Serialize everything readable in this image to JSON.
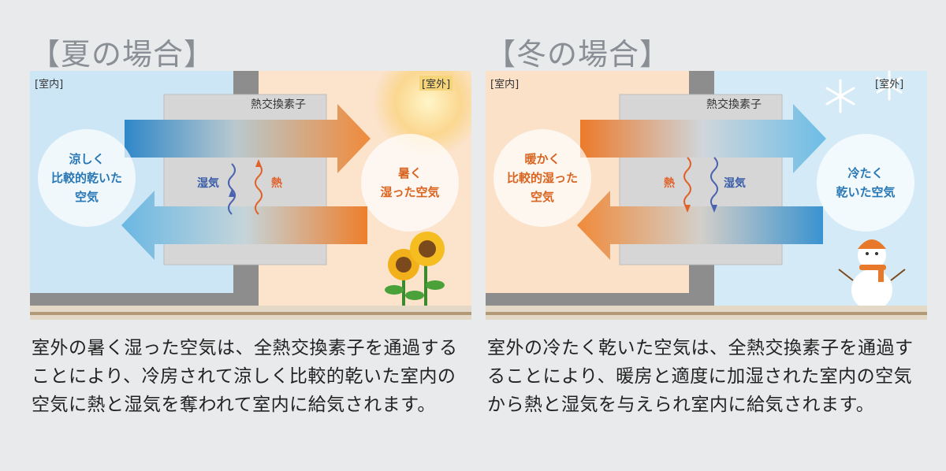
{
  "summer": {
    "title": "【夏の場合】",
    "indoor_tag": "[室内]",
    "outdoor_tag": "[室外]",
    "element_label": "熱交換素子",
    "indoor_bubble": "涼しく\n比較的乾いた\n空気",
    "outdoor_bubble": "暑く\n湿った空気",
    "humidity_label": "湿気",
    "heat_label": "熱",
    "description": "室外の暑く湿った空気は、全熱交換素子を通過することにより、冷房されて涼しく比較的乾いた室内の空気に熱と湿気を奪われて室内に給気されます。",
    "decoration_icons": [
      "sun-icon",
      "sunflower-icon"
    ]
  },
  "winter": {
    "title": "【冬の場合】",
    "indoor_tag": "[室内]",
    "outdoor_tag": "[室外]",
    "element_label": "熱交換素子",
    "indoor_bubble": "暖かく\n比較的湿った\n空気",
    "outdoor_bubble": "冷たく\n乾いた空気",
    "heat_label": "熱",
    "humidity_label": "湿気",
    "description": "室外の冷たく乾いた空気は、全熱交換素子を通過することにより、暖房と適度に加湿された室内の空気から熱と湿気を与えられ室内に給気されます。",
    "decoration_icons": [
      "snowflake-icon",
      "snowman-icon"
    ]
  },
  "colors": {
    "cool_blue": "#2f8fcf",
    "light_blue": "#cfe8f6",
    "warm_orange": "#e87b2c",
    "light_peach": "#fbe1c8",
    "wall_gray": "#8f8f8f",
    "floor_brown": "#b49a78",
    "heat_text": "#e0622a",
    "humidity_text": "#3a5ea8"
  }
}
